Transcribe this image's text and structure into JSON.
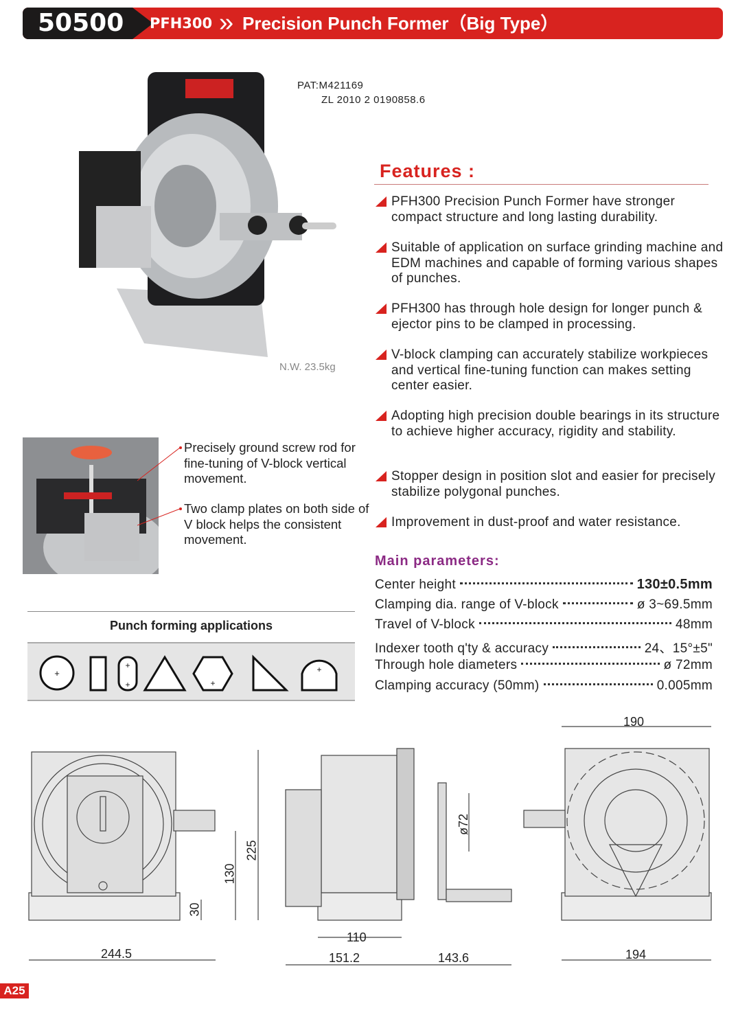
{
  "header": {
    "code": "50500",
    "model": "PFH300",
    "title": "Precision Punch Former（Big Type）"
  },
  "patents": [
    "PAT:M421169",
    "ZL 2010 2 0190858.6"
  ],
  "net_weight": "N.W. 23.5kg",
  "features": {
    "heading": "Features :",
    "items": [
      "PFH300 Precision Punch Former have stronger compact structure and long lasting durability.",
      "Suitable of application on surface grinding machine and EDM machines and capable of forming various shapes of punches.",
      "PFH300 has through hole design for longer punch & ejector pins to be clamped in processing.",
      "V-block clamping can accurately stabilize workpieces and vertical fine-tuning function can makes setting center easier.",
      "Adopting high precision double bearings in its structure to achieve higher accuracy, rigidity and stability.",
      "Stopper design in position slot and easier for precisely stabilize polygonal punches.",
      "Improvement in dust-proof and water resistance."
    ]
  },
  "callouts": [
    "Precisely ground screw rod for fine-tuning of V-block vertical movement.",
    "Two clamp plates on both side of V block helps the consistent movement."
  ],
  "parameters": {
    "heading": "Main parameters:",
    "rows": [
      {
        "label": "Center height",
        "value": "130±0.5mm"
      },
      {
        "label": "Clamping dia. range of V-block",
        "value": "ø 3~69.5mm"
      },
      {
        "label": "Travel of V-block",
        "value": "48mm"
      },
      {
        "label": "Indexer tooth q'ty & accuracy",
        "value": "24、15°±5\""
      },
      {
        "label": "Through hole diameters",
        "value": "ø 72mm"
      },
      {
        "label": "Clamping accuracy (50mm)",
        "value": "0.005mm"
      }
    ]
  },
  "applications": {
    "title": "Punch forming applications",
    "shapes": [
      "circle",
      "rectangle",
      "slot",
      "triangle",
      "hexagon",
      "right-triangle",
      "d-shape"
    ]
  },
  "dimensions": {
    "front": [
      "244.5",
      "225",
      "130",
      "30"
    ],
    "side": [
      "110",
      "151.2",
      "143.6",
      "ø72"
    ],
    "rear": [
      "190",
      "194"
    ]
  },
  "page_label": "A25",
  "colors": {
    "accent": "#d8231f",
    "purple": "#8b2a84"
  }
}
